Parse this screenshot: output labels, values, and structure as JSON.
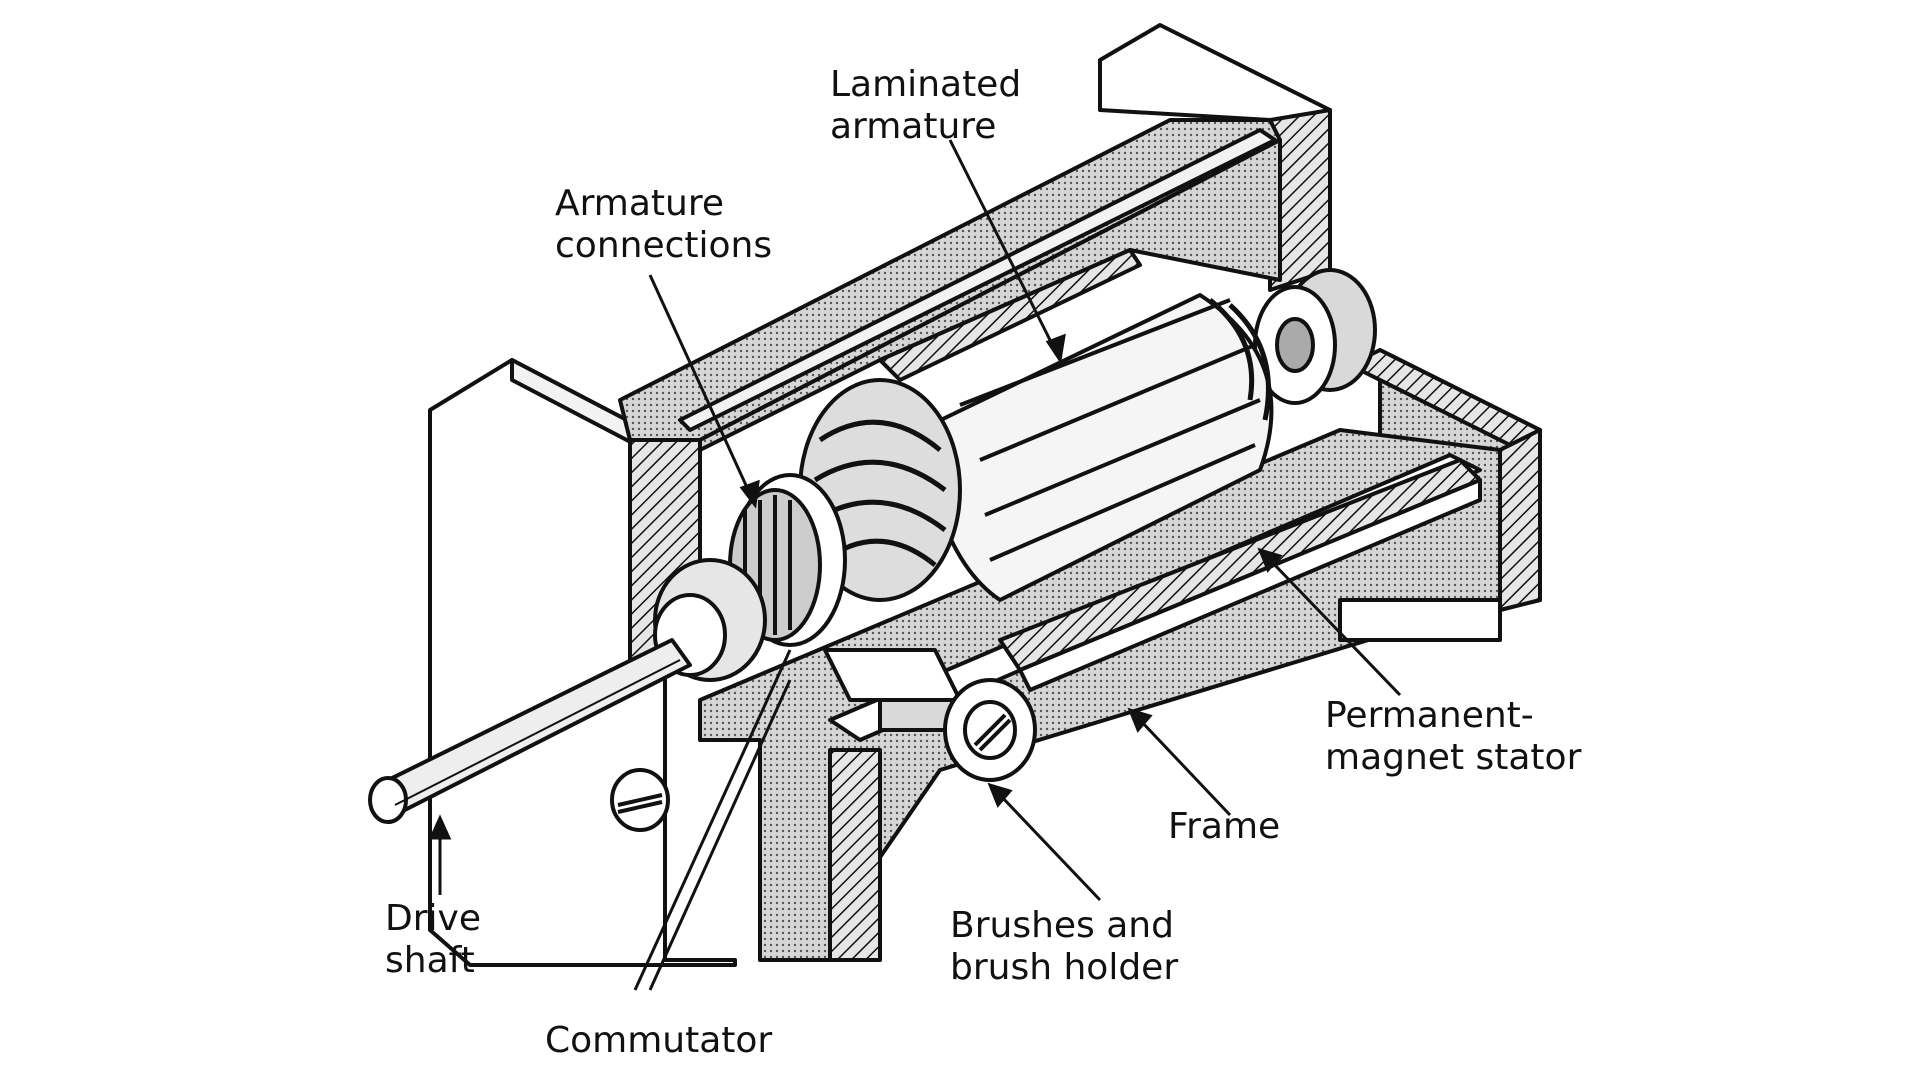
{
  "labels": {
    "laminated_armature": [
      "Laminated",
      "armature"
    ],
    "armature_connections": [
      "Armature",
      "connections"
    ],
    "permanent_magnet_stator": [
      "Permanent-",
      "magnet stator"
    ],
    "frame": [
      "Frame"
    ],
    "drive_shaft": [
      "Drive",
      "shaft"
    ],
    "brushes_and_brush_holder": [
      "Brushes and",
      "brush holder"
    ],
    "commutator": [
      "Commutator"
    ]
  },
  "colors": {
    "ink": "#111111",
    "hatch_fill": "#bdbdbd",
    "light_fill": "#f2f2f2",
    "metal_fill": "#d9d9d9"
  }
}
